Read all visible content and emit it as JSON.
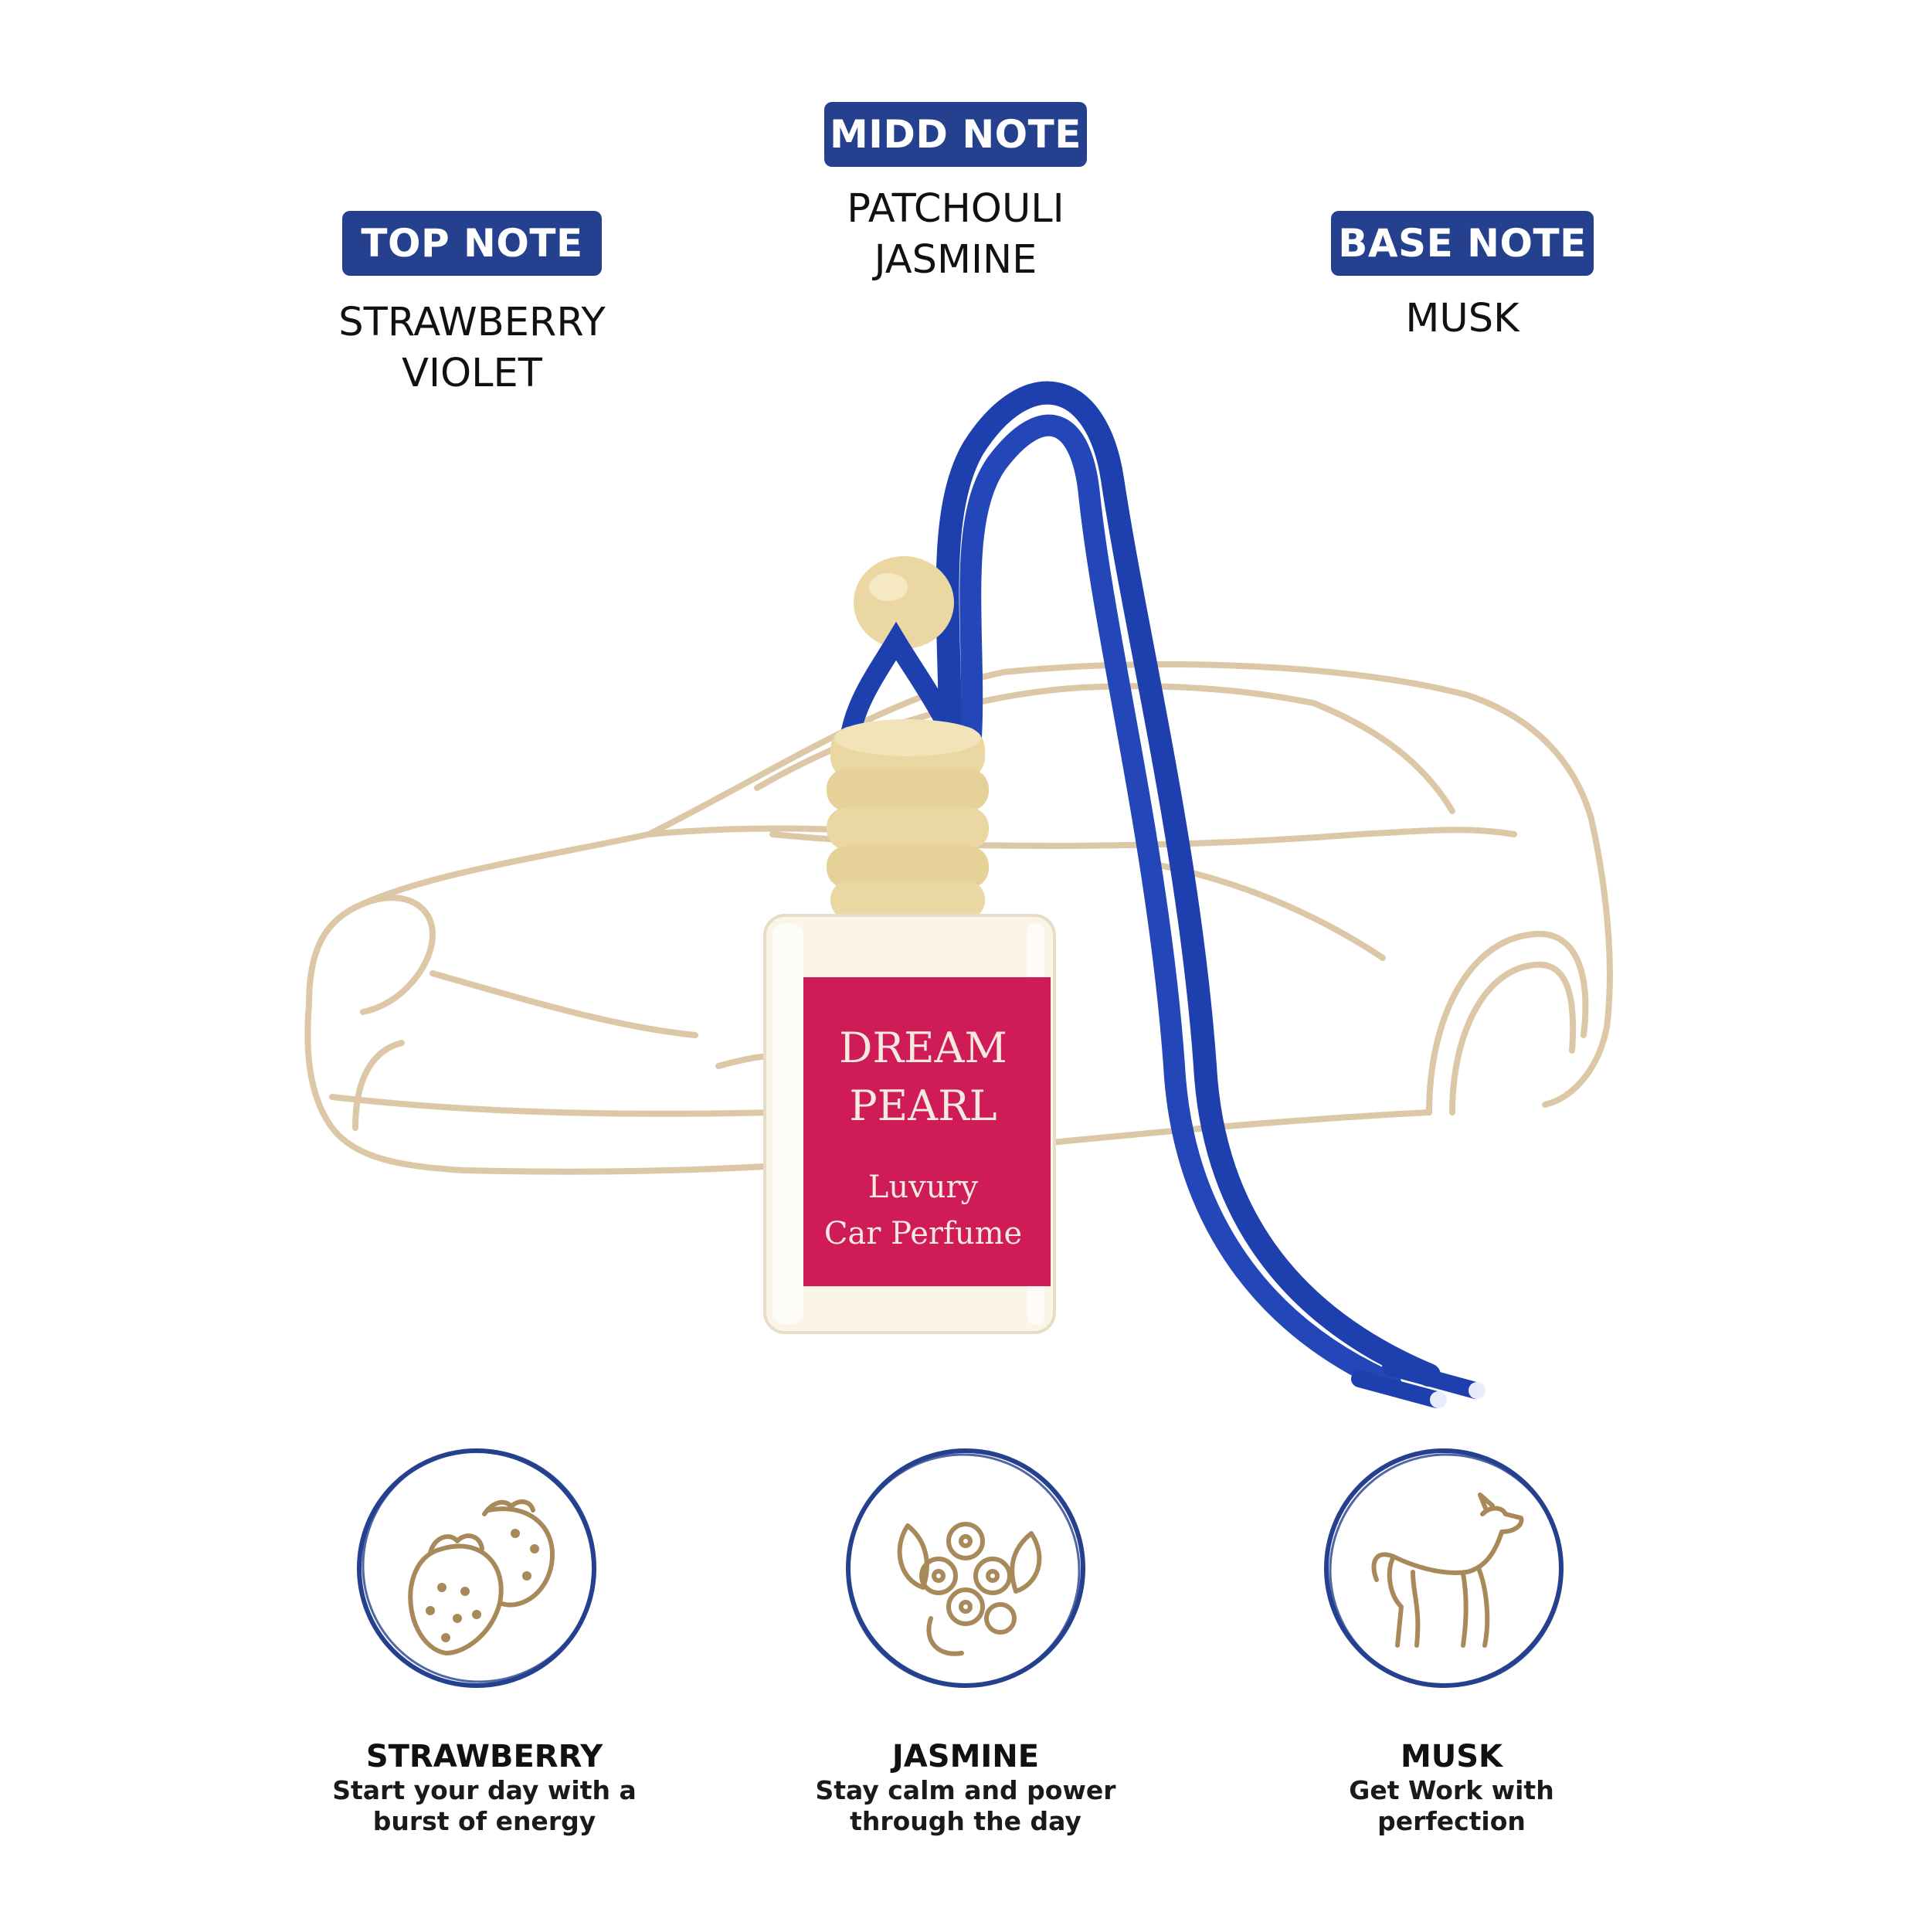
{
  "colors": {
    "badge": "#24408e",
    "cord": "#1e3fae",
    "car_outline": "#dcc8a6",
    "wood": "#ead7a2",
    "label": "#cf1b57",
    "icon_stroke": "#a8895a",
    "circle_stroke": "#24408e"
  },
  "notes": {
    "top": {
      "badge": "TOP NOTE",
      "lines": [
        "STRAWBERRY",
        "VIOLET"
      ]
    },
    "middle": {
      "badge": "MIDD NOTE",
      "lines": [
        "PATCHOULI",
        "JASMINE"
      ]
    },
    "base": {
      "badge": "BASE NOTE",
      "lines": [
        "MUSK"
      ]
    }
  },
  "product_label": {
    "brand_line1": "DREAM",
    "brand_line2": "PEARL",
    "desc_line1": "Luvury",
    "desc_line2": "Car Perfume"
  },
  "ingredients": [
    {
      "icon": "strawberry-icon",
      "title": "STRAWBERRY",
      "body_line1": "Start your day with a",
      "body_line2": "burst of energy"
    },
    {
      "icon": "jasmine-flower-icon",
      "title": "JASMINE",
      "body_line1": "Stay calm and power",
      "body_line2": "through the day"
    },
    {
      "icon": "musk-deer-icon",
      "title": "MUSK",
      "body_line1": "Get Work with",
      "body_line2": "perfection"
    }
  ]
}
